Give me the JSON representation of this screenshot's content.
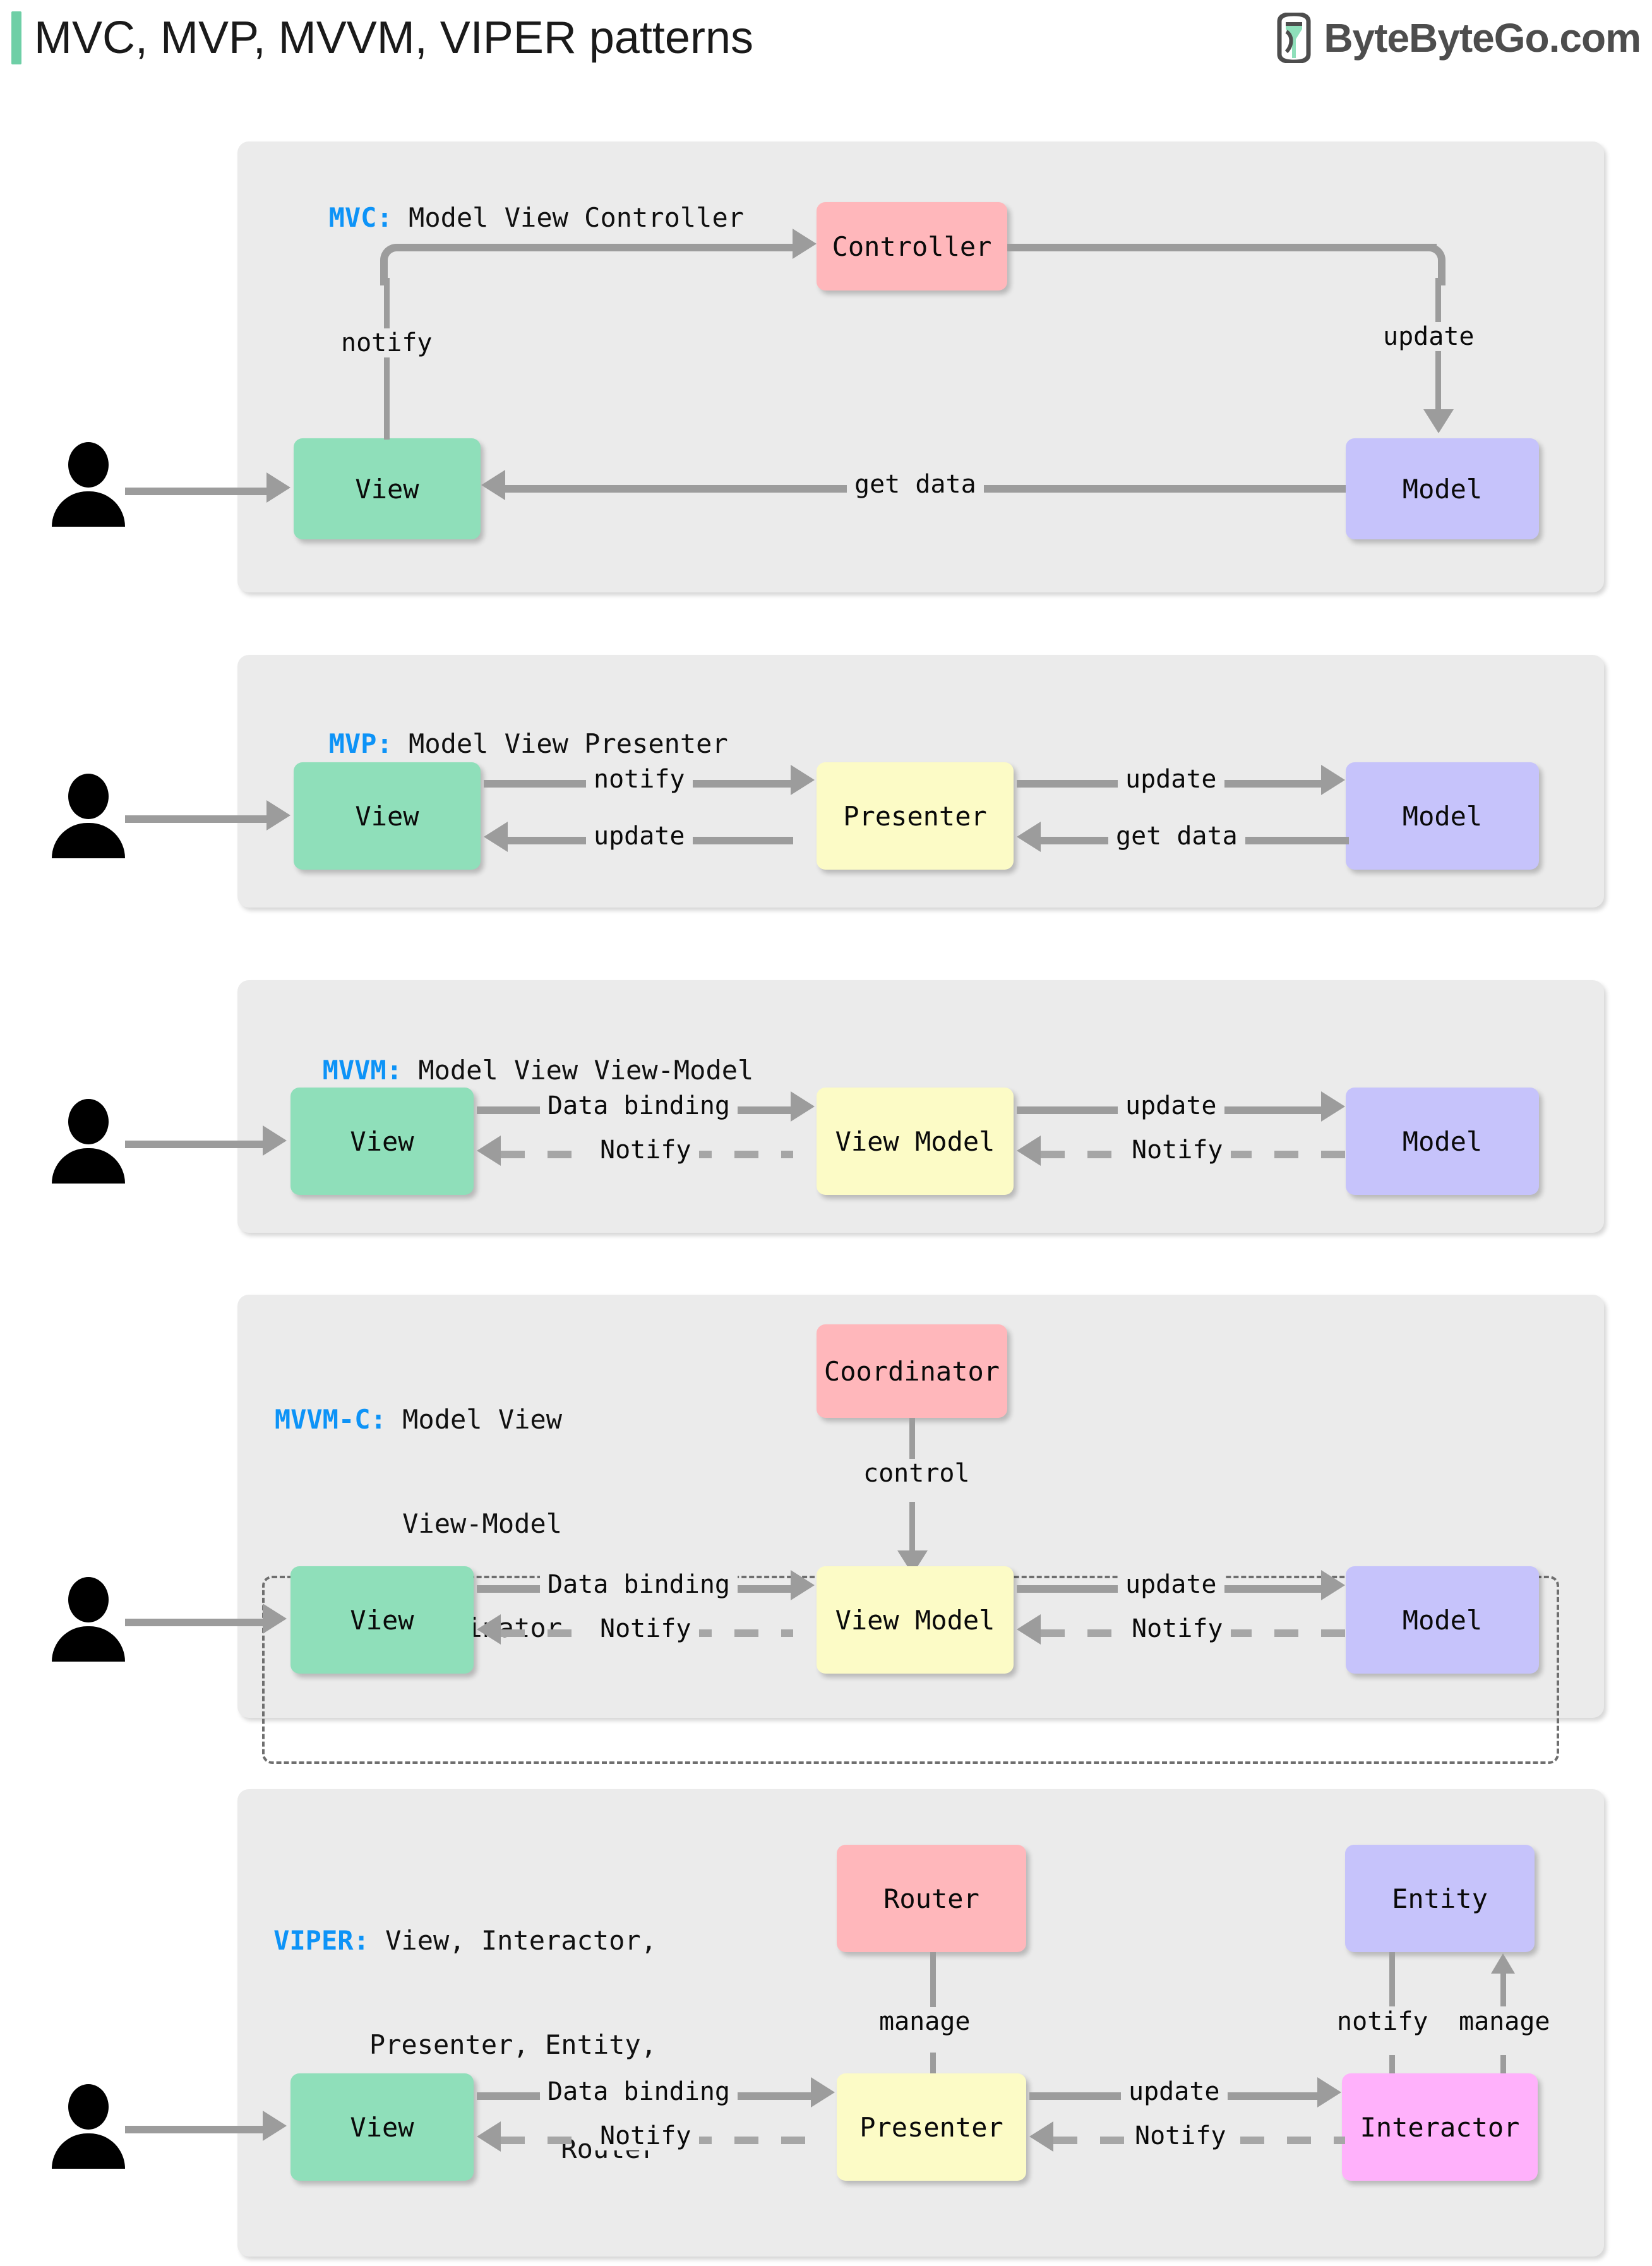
{
  "header": {
    "title": "MVC, MVP, MVVM, VIPER patterns",
    "brand": "ByteByteGo.com",
    "accent_color": "#6ecfa6",
    "brand_color": "#4d4d4d"
  },
  "palette": {
    "view": "#8fdfba",
    "model": "#c6c3fb",
    "controller": "#ffb7bb",
    "view_model": "#fcfbc6",
    "interactor": "#ffb1fb",
    "panel": "#ebebeb",
    "arrow": "#9c9c9c",
    "abbr": "#0d93f7"
  },
  "sections": [
    {
      "id": "mvc",
      "abbr": "MVC:",
      "expansion": "Model View Controller",
      "nodes": [
        {
          "name": "view",
          "label": "View"
        },
        {
          "name": "controller",
          "label": "Controller"
        },
        {
          "name": "model",
          "label": "Model"
        }
      ],
      "edges": [
        {
          "from": "view",
          "to": "controller",
          "label": "notify"
        },
        {
          "from": "controller",
          "to": "model",
          "label": "update"
        },
        {
          "from": "model",
          "to": "view",
          "label": "get data"
        },
        {
          "from": "user",
          "to": "view",
          "label": ""
        }
      ]
    },
    {
      "id": "mvp",
      "abbr": "MVP:",
      "expansion": "Model View Presenter",
      "nodes": [
        {
          "name": "view",
          "label": "View"
        },
        {
          "name": "presenter",
          "label": "Presenter"
        },
        {
          "name": "model",
          "label": "Model"
        }
      ],
      "edges": [
        {
          "from": "view",
          "to": "presenter",
          "label": "notify"
        },
        {
          "from": "presenter",
          "to": "model",
          "label": "update"
        },
        {
          "from": "model",
          "to": "presenter",
          "label": "get data"
        },
        {
          "from": "presenter",
          "to": "view",
          "label": "update"
        },
        {
          "from": "user",
          "to": "view",
          "label": ""
        }
      ]
    },
    {
      "id": "mvvm",
      "abbr": "MVVM:",
      "expansion": "Model View View-Model",
      "nodes": [
        {
          "name": "view",
          "label": "View"
        },
        {
          "name": "view_model",
          "label": "View Model"
        },
        {
          "name": "model",
          "label": "Model"
        }
      ],
      "edges": [
        {
          "from": "view",
          "to": "view_model",
          "label": "Data binding"
        },
        {
          "from": "view_model",
          "to": "model",
          "label": "update"
        },
        {
          "from": "model",
          "to": "view_model",
          "label": "Notify",
          "style": "dashed"
        },
        {
          "from": "view_model",
          "to": "view",
          "label": "Notify",
          "style": "dashed"
        },
        {
          "from": "user",
          "to": "view",
          "label": ""
        }
      ]
    },
    {
      "id": "mvvmc",
      "abbr": "MVVM-C:",
      "expansion_lines": [
        "Model View",
        "View-Model",
        "Coordinator"
      ],
      "nodes": [
        {
          "name": "coordinator",
          "label": "Coordinator"
        },
        {
          "name": "view",
          "label": "View"
        },
        {
          "name": "view_model",
          "label": "View Model"
        },
        {
          "name": "model",
          "label": "Model"
        }
      ],
      "edges": [
        {
          "from": "coordinator",
          "to": "group",
          "label": "control"
        },
        {
          "from": "view",
          "to": "view_model",
          "label": "Data binding"
        },
        {
          "from": "view_model",
          "to": "model",
          "label": "update"
        },
        {
          "from": "model",
          "to": "view_model",
          "label": "Notify",
          "style": "dashed"
        },
        {
          "from": "view_model",
          "to": "view",
          "label": "Notify",
          "style": "dashed"
        },
        {
          "from": "user",
          "to": "view",
          "label": ""
        }
      ]
    },
    {
      "id": "viper",
      "abbr": "VIPER:",
      "expansion_lines": [
        "View, Interactor,",
        "Presenter, Entity,",
        "Router"
      ],
      "nodes": [
        {
          "name": "router",
          "label": "Router"
        },
        {
          "name": "entity",
          "label": "Entity"
        },
        {
          "name": "view",
          "label": "View"
        },
        {
          "name": "presenter",
          "label": "Presenter"
        },
        {
          "name": "interactor",
          "label": "Interactor"
        }
      ],
      "edges": [
        {
          "from": "router",
          "to": "presenter",
          "label": "manage"
        },
        {
          "from": "entity",
          "to": "interactor",
          "label": "notify"
        },
        {
          "from": "interactor",
          "to": "entity",
          "label": "manage"
        },
        {
          "from": "view",
          "to": "presenter",
          "label": "Data binding"
        },
        {
          "from": "presenter",
          "to": "interactor",
          "label": "update"
        },
        {
          "from": "interactor",
          "to": "presenter",
          "label": "Notify",
          "style": "dashed"
        },
        {
          "from": "presenter",
          "to": "view",
          "label": "Notify",
          "style": "dashed"
        },
        {
          "from": "user",
          "to": "view",
          "label": ""
        }
      ]
    }
  ]
}
